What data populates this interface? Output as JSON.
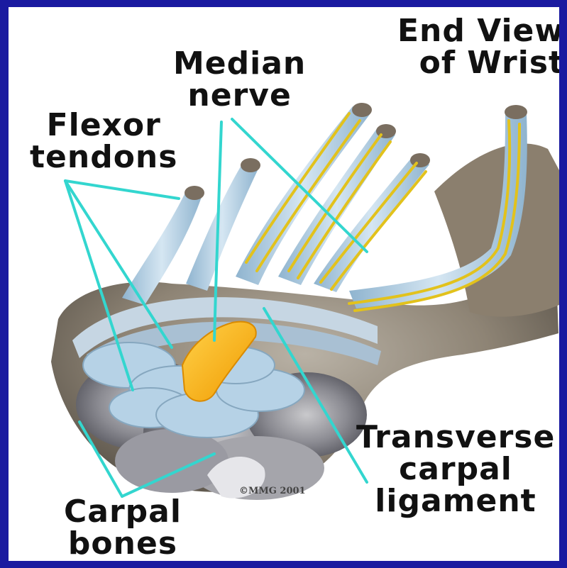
{
  "labels": {
    "end_view_line1": "End View",
    "end_view_line2": "of Wrist",
    "median_line1": "Median",
    "median_line2": "nerve",
    "flexor_line1": "Flexor",
    "flexor_line2": "tendons",
    "transverse_line1": "Transverse",
    "transverse_line2": "carpal",
    "transverse_line3": "ligament",
    "carpal_line1": "Carpal",
    "carpal_line2": "bones"
  },
  "copyright": "©MMG 2001",
  "colors": {
    "border": "#1a1aa0",
    "background": "#ffffff",
    "tendon": "#b6d2e6",
    "nerve_yellow": "#e2c21c",
    "median_nerve_core": "#f2a800",
    "bone": "#8d8070",
    "leader_line": "#33d6cf"
  }
}
